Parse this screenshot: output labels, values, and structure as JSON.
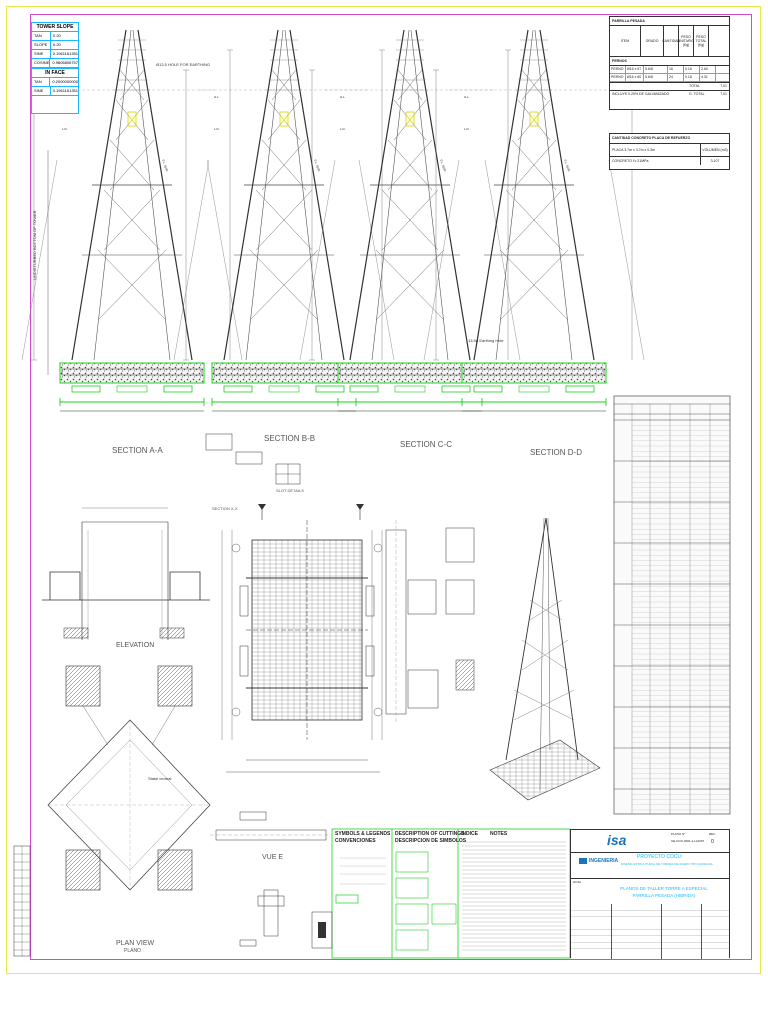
{
  "slope_box": {
    "title": "TOWER SLOPE",
    "rows": [
      {
        "k": "TAN",
        "v": "0.20"
      },
      {
        "k": "SLOPE",
        "v": "0.20"
      },
      {
        "k": "SINE",
        "v": "0.1961161351"
      },
      {
        "k": "COSINE",
        "v": "0.9805806757"
      }
    ],
    "title2": "IN FACE",
    "rows2": [
      {
        "k": "TAN",
        "v": "0.2000000000"
      },
      {
        "k": "SINE",
        "v": "0.1961161351"
      }
    ]
  },
  "sections": {
    "a": "SECTION A-A",
    "b": "SECTION B-B",
    "c": "SECTION C-C",
    "d": "SECTION D-D"
  },
  "views": {
    "elevation": "ELEVATION",
    "plan_view": "PLAN VIEW",
    "plano": "PLANO",
    "vue_e": "VUE E",
    "slot_details": "SLOT DETAILS",
    "section_x": "SECTION X-X",
    "stake_central": "Stake central"
  },
  "notes": {
    "hole_earthing": "Ø13.5 HOLE FOR EARTHING",
    "earthing_hole": "13.5ø Earthing Hole"
  },
  "weights": {
    "title": "PARRILLA PESADA",
    "headers": [
      "ITEM",
      "GRADO",
      "CANTIDAD",
      "PESO UNITARIO (Kg)",
      "PESO TOTAL (Kg)"
    ],
    "group": "PERNOS",
    "rows": [
      [
        "PERNO",
        "Ø16 x 57",
        "5.6/8",
        "16",
        "0.16",
        "2.60"
      ],
      [
        "PERNO",
        "Ø16 x 60",
        "5.6/8",
        "24",
        "0.18",
        "4.31"
      ]
    ],
    "total_label": "TOTAL",
    "total": "7.01",
    "galv_label": "INCLUYE 0.25% DE GALVANIZADO",
    "gtotal_label": "G. TOTAL",
    "gtotal": "7.01"
  },
  "concrete": {
    "title": "CANTIDAD CONCRETO PLACA DE REFUERZO",
    "row1": "PLACA 3.7m x 3.7m x 0.3m",
    "vol_label": "VOLUMEN (m3)",
    "row2": "CONCRETO f'c 21MPa",
    "vol": "3.107"
  },
  "legends": {
    "symbols": "SYMBOLS & LEGENDS",
    "convenciones": "CONVENCIONES",
    "cuttings": "DESCRIPTION OF CUTTINGS",
    "simbolos": "DESCRIPCION DE SIMBOLOS",
    "notes": "NOTES",
    "indice": "INDICE"
  },
  "title_block": {
    "company": "isa",
    "project": "PROYECTO COCLI",
    "subtitle": "DISEÑO ESTRUCTURAL DE TORRES DE ACERO TIPO ESPECIAL",
    "drawing_title_1": "PLANOS DE TALLER TORRE A ESPECIAL",
    "drawing_title_2": "PARRILLA PESADA (HIBRIDA)",
    "plan_no_label": "PLANO N°",
    "plan_no": "CE-OCO-0001-1-H-0007",
    "rev_label": "REV.",
    "rev": "0",
    "hoja_label": "HOJA",
    "contractor": "INGENIERIA"
  },
  "colors": {
    "accent_green": "#1fcf1f",
    "accent_cyan": "#1ab8ff",
    "accent_magenta": "#d24ad2",
    "accent_yellow": "#e8e84a",
    "line": "#333333"
  }
}
